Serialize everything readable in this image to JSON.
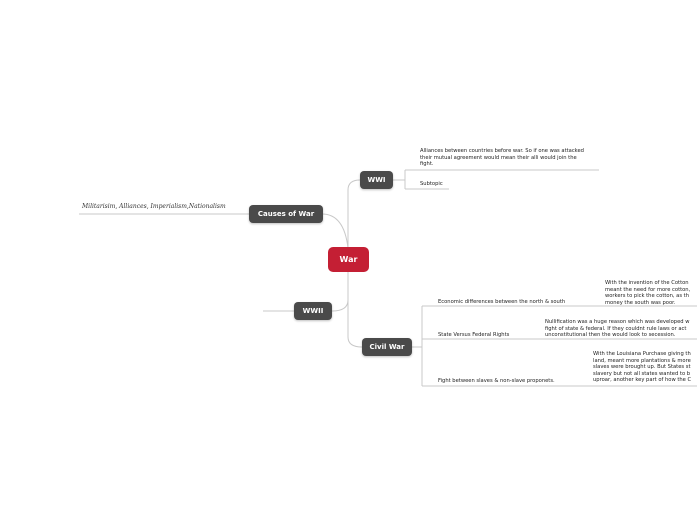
{
  "root": {
    "label": "War"
  },
  "topics": {
    "causes": {
      "label": "Causes of War",
      "note": "Militarisim, Alliances, Imperialism,Nationalism"
    },
    "wwi": {
      "label": "WWI",
      "alliances": [
        "Alliances between countries before war. So if one was attacked",
        "their mutual agreement would mean their alli would join the",
        "fight."
      ],
      "subtopic": "Subtopic"
    },
    "wwii": {
      "label": "WWII"
    },
    "civil_war": {
      "label": "Civil War",
      "economic": {
        "label": "Economic differences between the north & south",
        "detail": [
          "With the invention of the Cotton",
          "meant the need for more cotton,",
          "workers to pick the cotton, as th",
          "money the south was poor."
        ]
      },
      "rights": {
        "label": "State Versus Federal Rights",
        "detail": [
          "Nullification was a huge reason which was developed w",
          "fight of state & federal. If they couldnt rule laws or act",
          "unconstitutional then the would look to secession."
        ]
      },
      "slaves": {
        "label": "Fight between slaves & non-slave proponets.",
        "detail": [
          "With the Louisiana Purchase giving th",
          "land, meant more plantations & more",
          "slaves were brought up. But States st",
          "slavery but not all states wanted to b",
          "uproar, another key part of how the C"
        ]
      }
    }
  }
}
